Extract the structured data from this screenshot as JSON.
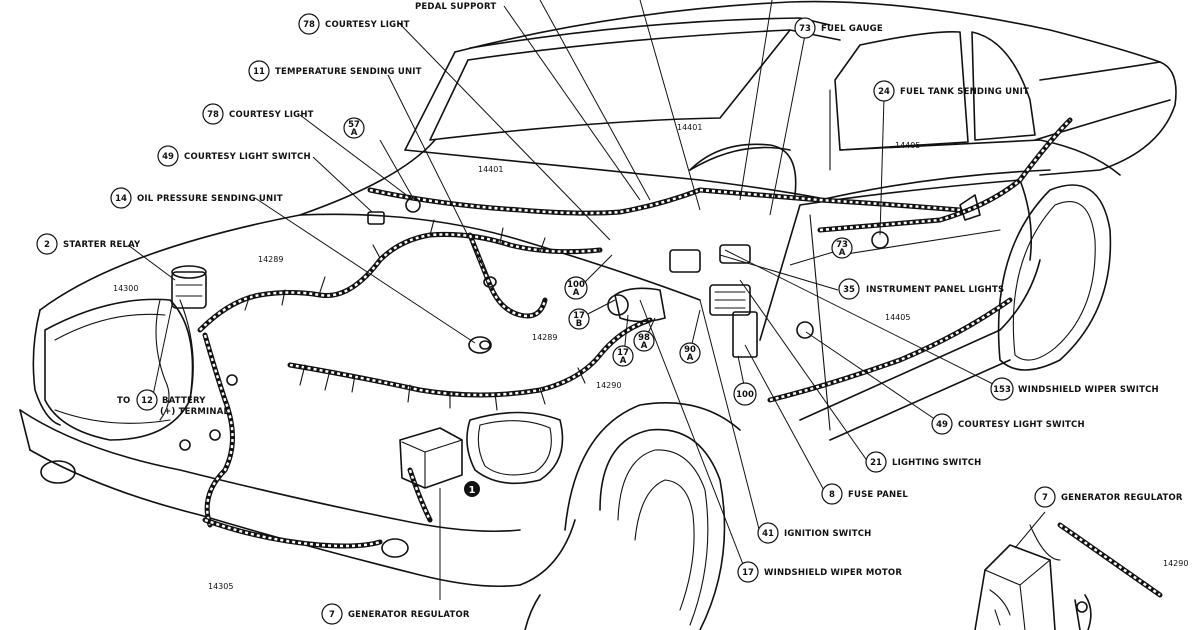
{
  "callouts": [
    {
      "id": "pedal-support",
      "num": "",
      "text": "PEDAL SUPPORT"
    },
    {
      "id": "courtesy-light-top",
      "num": "78",
      "text": "COURTESY LIGHT"
    },
    {
      "id": "fuel-gauge",
      "num": "73",
      "text": "FUEL GAUGE"
    },
    {
      "id": "temp-sending-unit",
      "num": "11",
      "text": "TEMPERATURE SENDING UNIT"
    },
    {
      "id": "fuel-tank-sending-unit",
      "num": "24",
      "text": "FUEL TANK SENDING UNIT"
    },
    {
      "id": "courtesy-light-mid",
      "num": "78",
      "text": "COURTESY LIGHT"
    },
    {
      "id": "courtesy-light-switch-left",
      "num": "49",
      "text": "COURTESY LIGHT SWITCH"
    },
    {
      "id": "oil-pressure-sending-unit",
      "num": "14",
      "text": "OIL PRESSURE SENDING UNIT"
    },
    {
      "id": "starter-relay",
      "num": "2",
      "text": "STARTER RELAY"
    },
    {
      "id": "battery-terminal",
      "num": "12",
      "pre": "TO",
      "text": "BATTERY",
      "text2": "(+) TERMINAL"
    },
    {
      "id": "instrument-panel-lights",
      "num": "35",
      "text": "INSTRUMENT PANEL LIGHTS"
    },
    {
      "id": "windshield-wiper-switch",
      "num": "153",
      "text": "WINDSHIELD WIPER SWITCH"
    },
    {
      "id": "courtesy-light-switch-right",
      "num": "49",
      "text": "COURTESY LIGHT SWITCH"
    },
    {
      "id": "lighting-switch",
      "num": "21",
      "text": "LIGHTING SWITCH"
    },
    {
      "id": "fuse-panel",
      "num": "8",
      "text": "FUSE PANEL"
    },
    {
      "id": "ignition-switch",
      "num": "41",
      "text": "IGNITION SWITCH"
    },
    {
      "id": "windshield-wiper-motor",
      "num": "17",
      "text": "WINDSHIELD WIPER MOTOR"
    },
    {
      "id": "generator-regulator-bottom",
      "num": "7",
      "text": "GENERATOR REGULATOR"
    },
    {
      "id": "generator-regulator-inset",
      "num": "7",
      "text": "GENERATOR REGULATOR"
    }
  ],
  "small_badges": [
    {
      "id": "b57a",
      "num": "57",
      "sub": "A"
    },
    {
      "id": "b100a",
      "num": "100",
      "sub": "A"
    },
    {
      "id": "b17b",
      "num": "17",
      "sub": "B"
    },
    {
      "id": "b17a",
      "num": "17",
      "sub": "A"
    },
    {
      "id": "b98a",
      "num": "98",
      "sub": "A"
    },
    {
      "id": "b90a",
      "num": "90",
      "sub": "A"
    },
    {
      "id": "b100",
      "num": "100",
      "sub": ""
    },
    {
      "id": "b73a",
      "num": "73",
      "sub": "A"
    }
  ],
  "part_numbers": {
    "p14401a": "14401",
    "p14401b": "14401",
    "p14405a": "14405",
    "p14405b": "14405",
    "p14289a": "14289",
    "p14289b": "14289",
    "p14300": "14300",
    "p14290a": "14290",
    "p14290b": "14290",
    "p14305": "14305"
  },
  "marker": "1"
}
